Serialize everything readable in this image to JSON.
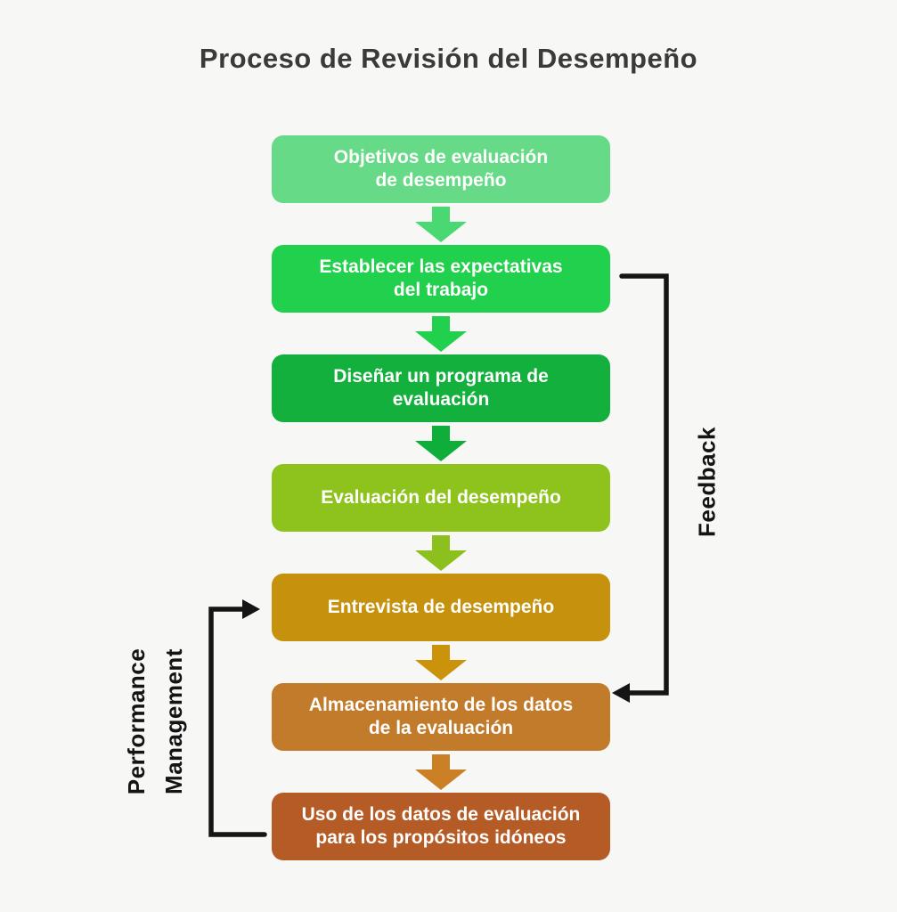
{
  "title": "Proceso de Revisión del Desempeño",
  "background_color": "#f7f7f5",
  "title_color": "#3a3a3a",
  "flow": {
    "steps": [
      {
        "label": "Objetivos de evaluación\nde desempeño",
        "color": "#66da86"
      },
      {
        "label": "Establecer las expectativas\ndel trabajo",
        "color": "#21d04c"
      },
      {
        "label": "Diseñar un programa de\nevaluación",
        "color": "#13b03d"
      },
      {
        "label": "Evaluación del desempeño",
        "color": "#8ec31e"
      },
      {
        "label": "Entrevista de desempeño",
        "color": "#c6920d"
      },
      {
        "label": "Almacenamiento de los datos\nde la evaluación",
        "color": "#c17b2a"
      },
      {
        "label": "Uso de los datos de evaluación\npara los propósitos idóneos",
        "color": "#b45b26"
      }
    ],
    "arrow_colors": [
      "#4ad873",
      "#21d04c",
      "#0fad3a",
      "#8cc11d",
      "#ca930b",
      "#cc8026"
    ]
  },
  "annotations": {
    "feedback": {
      "label": "Feedback",
      "color": "#151515"
    },
    "performance_management": {
      "label": "Performance\nManagement",
      "color": "#151515"
    }
  }
}
